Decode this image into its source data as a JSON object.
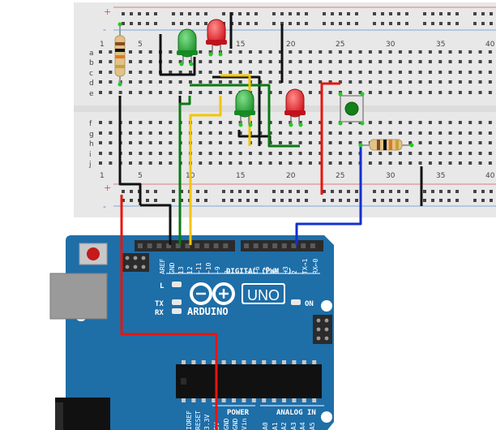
{
  "app": {
    "title": "Arduino breadboard circuit simulator"
  },
  "breadboard": {
    "rail_plus": "+",
    "rail_minus": "-",
    "col_numbers_top": [
      "1",
      "5",
      "10",
      "15",
      "20",
      "25",
      "30",
      "35",
      "40"
    ],
    "col_numbers_bottom": [
      "1",
      "5",
      "10",
      "15",
      "20",
      "25",
      "30",
      "35",
      "40"
    ],
    "row_letters_top": [
      "a",
      "b",
      "c",
      "d",
      "e"
    ],
    "row_letters_bottom": [
      "f",
      "g",
      "h",
      "i",
      "j"
    ]
  },
  "components": {
    "led_colors": {
      "green": "#1e9a2c",
      "red": "#e01b24"
    },
    "resistor_1": {
      "name": "resistor"
    },
    "resistor_2": {
      "name": "resistor"
    },
    "pushbutton": {
      "name": "pushbutton"
    }
  },
  "wire_colors": {
    "black": "#111111",
    "red": "#e8150e",
    "yellow": "#f3c500",
    "green": "#0a7a12",
    "blue": "#1330d0"
  },
  "arduino": {
    "brand": "ARDUINO",
    "model": "UNO",
    "digital_label": "DIGITAL (PWM ~)",
    "top_pins": [
      "AREF",
      "GND",
      "13",
      "12",
      "~11",
      "~10",
      "~9",
      "8"
    ],
    "top_pins_right": [
      "7",
      "~6",
      "~5",
      "4",
      "~3",
      "2",
      "TX→1",
      "RX←0"
    ],
    "led_labels": {
      "L": "L",
      "TX": "TX",
      "RX": "RX",
      "ON": "ON"
    },
    "bottom_pins_power": [
      "IOREF",
      "RESET",
      "3.3V"
    ],
    "power_label": "POWER",
    "analog_label": "ANALOG IN",
    "analog_pins": [
      "A0",
      "A1",
      "A2",
      "A3",
      "A4",
      "A5"
    ],
    "power_extra": [
      "5V",
      "GND",
      "GND",
      "Vin"
    ],
    "color": "#1e6ea8"
  }
}
